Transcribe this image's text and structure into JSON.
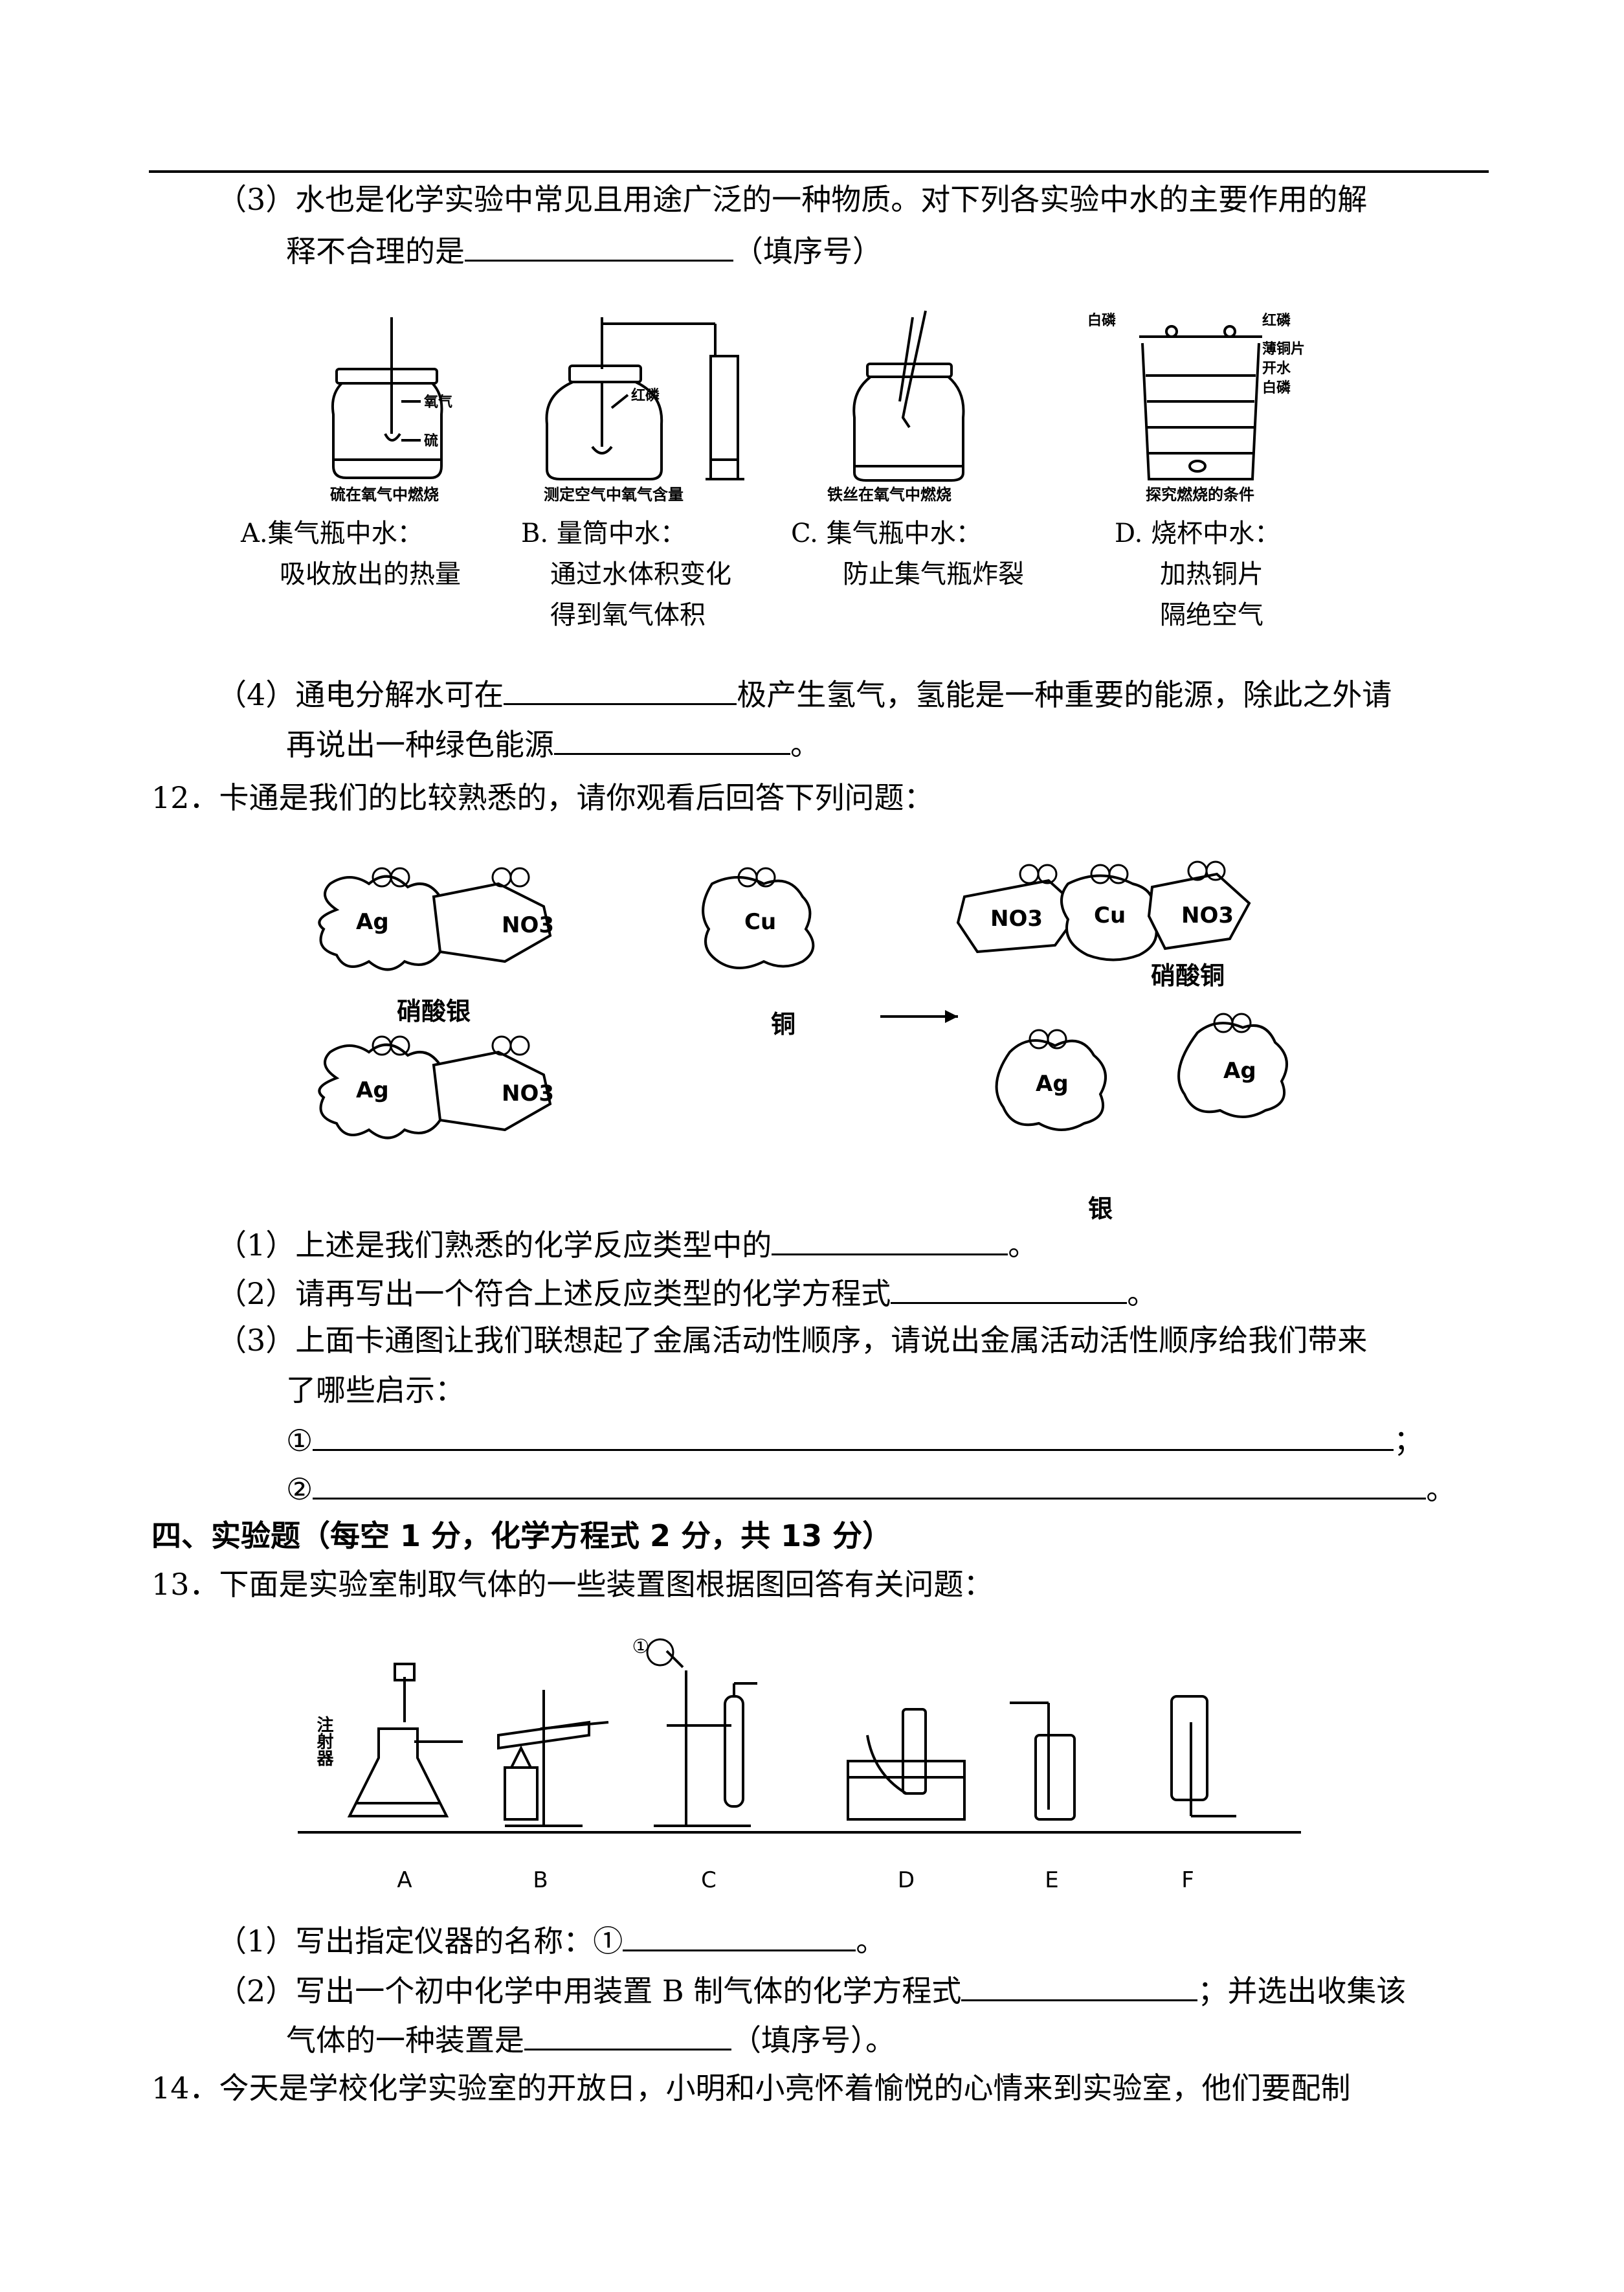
{
  "q11_3": {
    "line1": "（3）水也是化学实验中常见且用途广泛的一种物质。对下列各实验中水的主要作用的解",
    "line2_pre": "释不合理的是",
    "line2_post": "（填序号）",
    "fig_labels": {
      "a_o2": "氧气",
      "a_s": "硫",
      "a_title": "硫在氧气中燃烧",
      "b_p": "红磷",
      "b_title": "测定空气中氧气含量",
      "c_title": "铁丝在氧气中燃烧",
      "d_white": "白磷",
      "d_red": "红磷",
      "d_cu": "薄铜片",
      "d_hot": "开水",
      "d_white2": "白磷",
      "d_title": "探究燃烧的条件"
    },
    "options": [
      {
        "l1": "A.集气瓶中水：",
        "l2": "吸收放出的热量",
        "l3": ""
      },
      {
        "l1": "B. 量筒中水：",
        "l2": "通过水体积变化",
        "l3": "得到氧气体积"
      },
      {
        "l1": "C. 集气瓶中水：",
        "l2": "防止集气瓶炸裂",
        "l3": ""
      },
      {
        "l1": "D. 烧杯中水：",
        "l2": "加热铜片",
        "l3": "隔绝空气"
      }
    ]
  },
  "q11_4": {
    "l1_pre": "（4）通电分解水可在",
    "l1_post": "极产生氢气，氢能是一种重要的能源，除此之外请",
    "l2_pre": "再说出一种绿色能源",
    "l2_post": "。"
  },
  "q12": {
    "stem": "12．卡通是我们的比较熟悉的，请你观看后回答下列问题：",
    "cartoon": {
      "ag": "Ag",
      "no3": "NO3",
      "cu": "Cu",
      "cu2": "Cu",
      "silver_nitrate": "硝酸银",
      "copper": "铜",
      "copper_nitrate": "硝酸铜",
      "silver": "银"
    },
    "p1_pre": "（1）上述是我们熟悉的化学反应类型中的",
    "p1_post": "。",
    "p2_pre": "（2）请再写出一个符合上述反应类型的化学方程式",
    "p2_post": "。",
    "p3_l1": "（3）上面卡通图让我们联想起了金属活动性顺序，请说出金属活动活性顺序给我们带来",
    "p3_l2": "了哪些启示：",
    "p3_c1": "①",
    "p3_c1_end": "；",
    "p3_c2": "②",
    "p3_c2_end": "。"
  },
  "section4": {
    "title": "四、实验题（每空 1 分，化学方程式 2 分，共 13 分）"
  },
  "q13": {
    "stem": "13．下面是实验室制取气体的一些装置图根据图回答有关问题：",
    "syringe": "注射器",
    "marker": "①",
    "labels": [
      "A",
      "B",
      "C",
      "D",
      "E",
      "F"
    ],
    "p1_pre": "（1）写出指定仪器的名称：①",
    "p1_post": "。",
    "p2_pre": "（2）写出一个初中化学中用装置 B 制气体的化学方程式",
    "p2_post": "；并选出收集该",
    "p2_l2_pre": "气体的一种装置是",
    "p2_l2_post": "（填序号）。"
  },
  "q14": {
    "stem": "14．今天是学校化学实验室的开放日，小明和小亮怀着愉悦的心情来到实验室，他们要配制"
  }
}
